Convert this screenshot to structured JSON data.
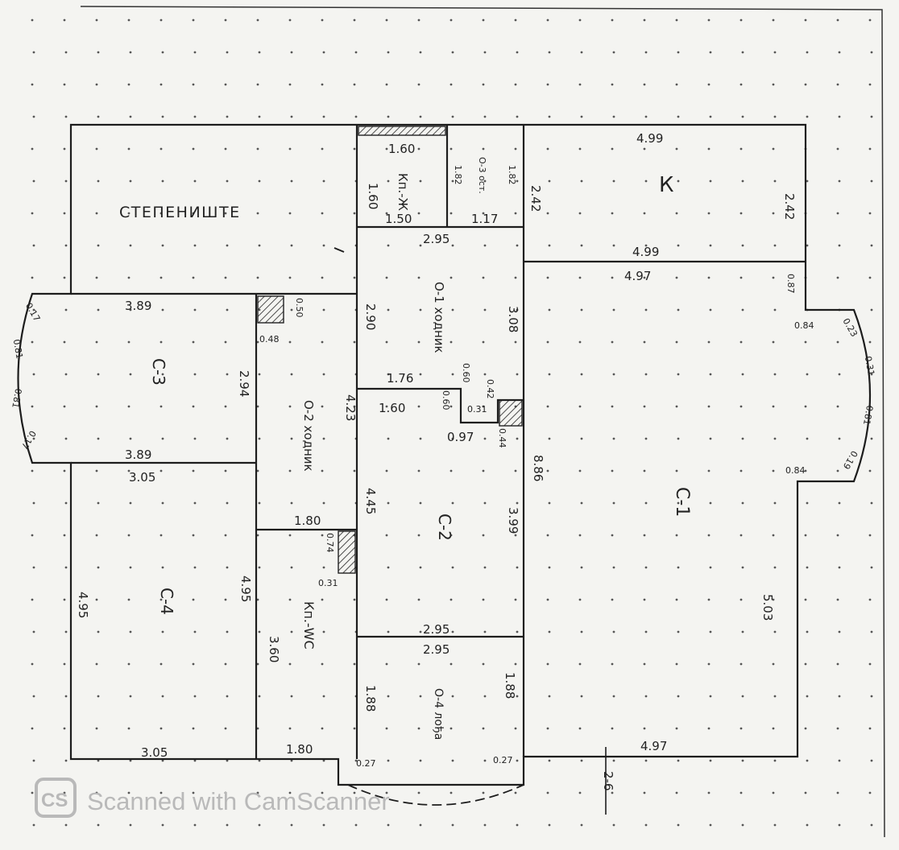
{
  "plan": {
    "stairwell": "СТЕПЕНИШТЕ",
    "bathroom": "Кп.-Ж",
    "wc_bath": "Кп.-WC",
    "kitchen": "К",
    "bedroom1": "С-1",
    "bedroom2": "С-2",
    "bedroom3": "С-3",
    "bedroom4": "С-4",
    "hall1": "О-1 ходник",
    "hall2": "О-2 ходник",
    "storage": "О-3 ост.",
    "loggia": "О-4 лођа"
  },
  "dims": {
    "bath_top": "1.60",
    "bath_left": "1.60",
    "bath_bottom": "1.50",
    "storage_side": "1.82",
    "storage_side2": "1.82",
    "storage_bottom": "1.17",
    "kitchen_top": "4.99",
    "kitchen_bottom": "4.99",
    "kitchen_left": "2.42",
    "kitchen_right": "2.42",
    "hall1_top": "2.95",
    "hall1_left": "2.90",
    "hall1_right": "3.08",
    "c1_top": "4.97",
    "c1_bottom": "4.97",
    "c1_left": "8.86",
    "c1_right": "5.03",
    "c1_bay_a": "0.87",
    "c1_bay_b": "0.84",
    "c1_bay_c": "0.84",
    "c1_arc_a": "0.23",
    "c1_arc_b": "0.31",
    "c1_arc_c": "0.81",
    "c1_arc_d": "0.19",
    "c3_top": "3.89",
    "c3_bottom": "3.89",
    "c3_right": "2.94",
    "c3_arc_a": "0.17",
    "c3_arc_b": "0.81",
    "c3_arc_c": "0.81",
    "c3_arc_d": "0.17",
    "hall2_left_a": "0.50",
    "hall2_left_b": "0.48",
    "hall2_right": "4.23",
    "hall2_bottom": "1.80",
    "c2_top_a": "1.76",
    "c2_top_b": "1.60",
    "c2_left": "4.45",
    "c2_right": "3.99",
    "c2_bottom": "2.95",
    "c2_notch_a": "0.60",
    "c2_notch_b": "0.60",
    "c2_notch_c": "0.42",
    "c2_notch_d": "0.97",
    "c2_notch_e": "0.31",
    "c2_notch_f": "0.44",
    "c4_top": "3.05",
    "c4_bottom": "3.05",
    "c4_left": "4.95",
    "c4_right": "4.95",
    "wc_top_a": "0.74",
    "wc_top_b": "0.31",
    "wc_side": "3.60",
    "wc_bottom": "1.80",
    "loggia_top": "2.95",
    "loggia_left": "1.88",
    "loggia_right": "1.88",
    "loggia_corner_a": "0.27",
    "loggia_corner_b": "0.27",
    "section": "2-6"
  },
  "watermark": {
    "cs": "CS",
    "text": "Scanned with CamScanner"
  },
  "colors": {
    "ink": "#1d1d1d",
    "paper": "#f4f4f1",
    "dot": "#555555",
    "watermark": "#b9b9b9"
  }
}
